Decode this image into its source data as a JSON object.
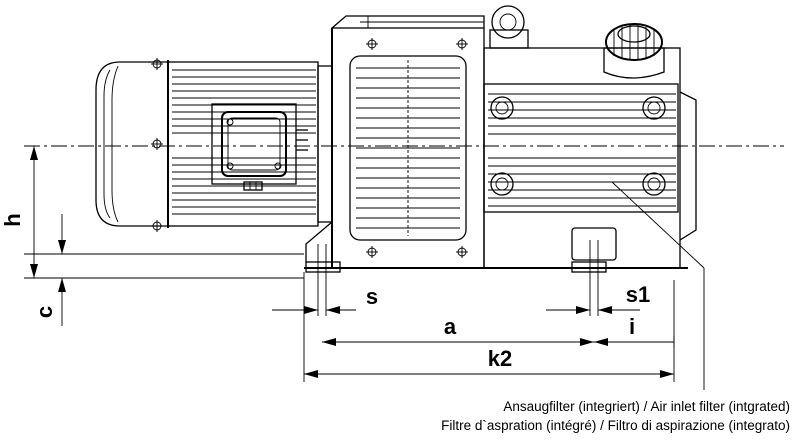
{
  "dimensions": {
    "h": "h",
    "c": "c",
    "s": "s",
    "a": "a",
    "s1": "s1",
    "i": "i",
    "k2": "k2"
  },
  "caption": {
    "line1": "Ansaugfilter (integriert) / Air inlet filter (intgrated)",
    "line2": "Filtre d`aspration (intégré) / Filtro di aspirazione (integrato)"
  }
}
